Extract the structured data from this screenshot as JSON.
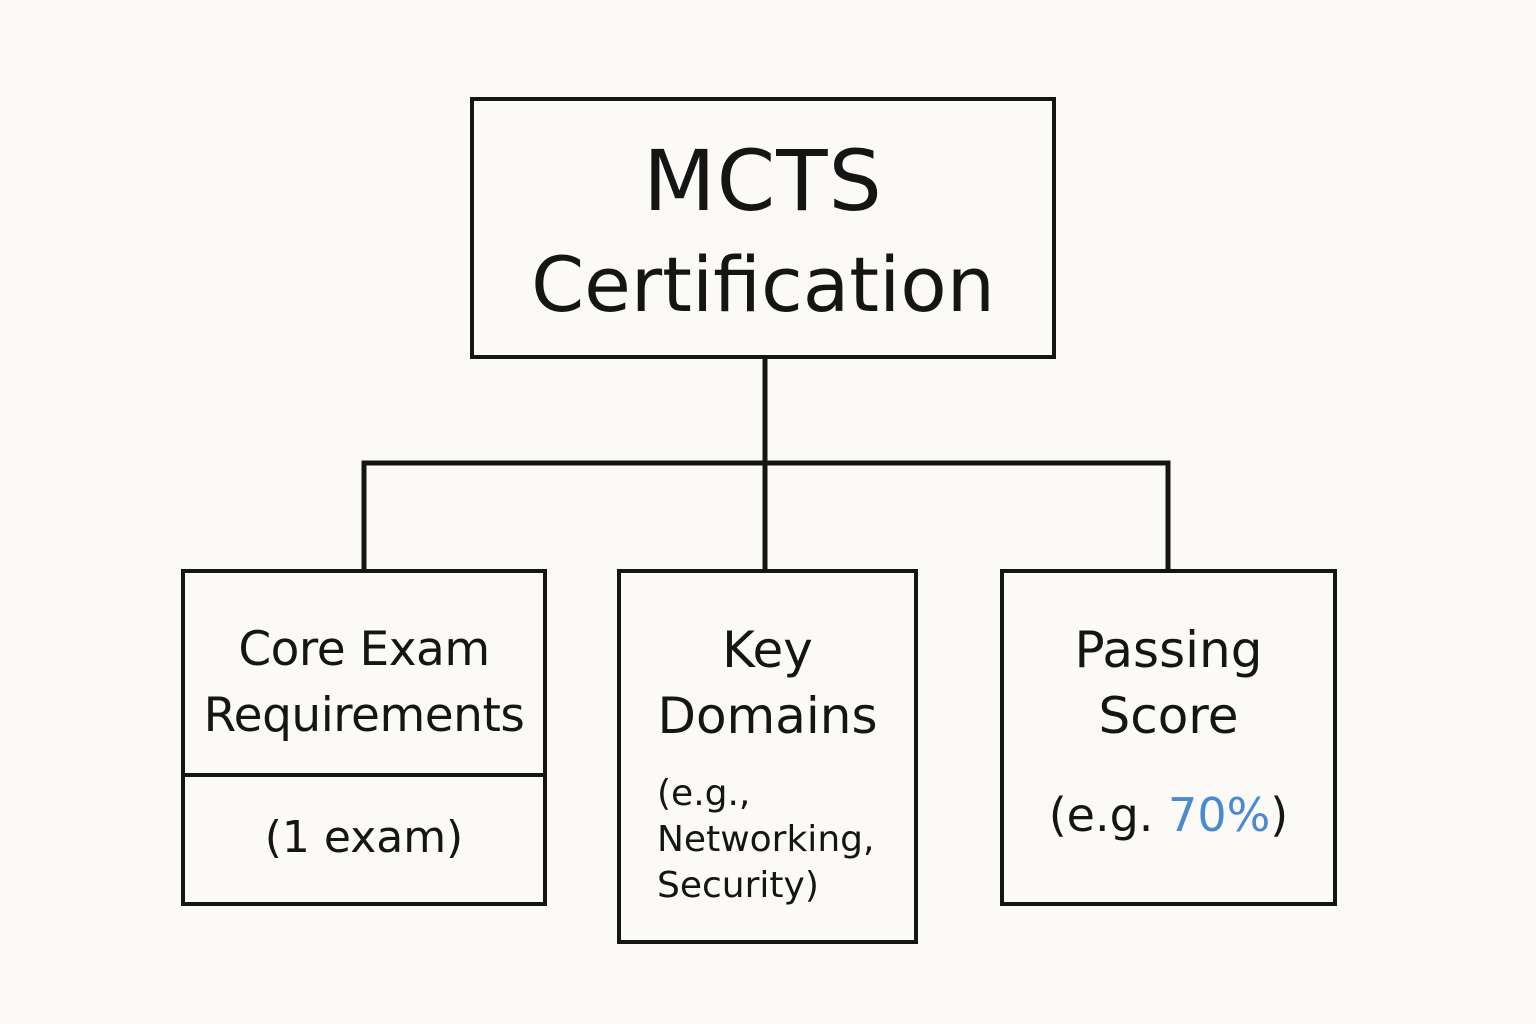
{
  "root": {
    "line1": "MCTS",
    "line2": "Certification"
  },
  "children": [
    {
      "title_lines": [
        "Core Exam",
        "Requirements"
      ],
      "detail": "(1 exam)"
    },
    {
      "title_lines": [
        "Key",
        "Domains"
      ],
      "detail_lines": [
        "(e.g.,",
        "Networking,",
        "Security)"
      ]
    },
    {
      "title_lines": [
        "Passing",
        "Score"
      ],
      "detail_prefix": "(e.g. ",
      "detail_value": "70%",
      "detail_suffix": ")"
    }
  ],
  "colors": {
    "background": "#fbfaf6",
    "ink": "#151515",
    "accent": "#4a8ad3"
  }
}
